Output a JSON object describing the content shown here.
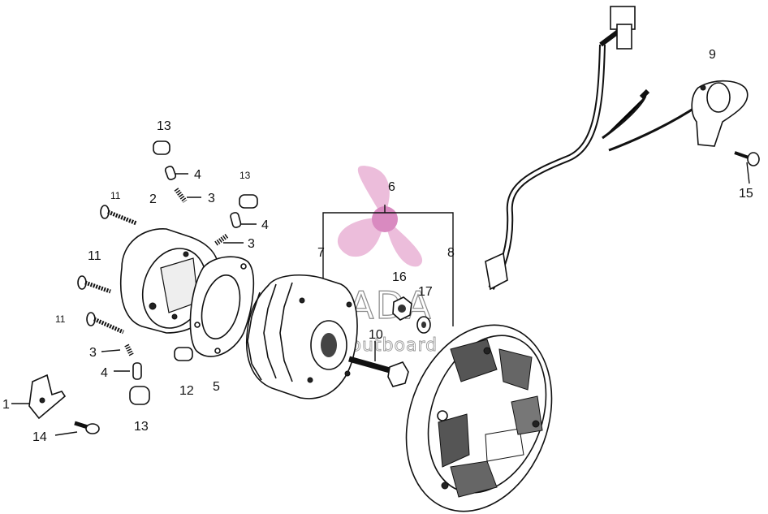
{
  "watermark": {
    "title": "ARMADA",
    "subtitle": "marine outboard",
    "colors": {
      "propeller": "#e6a7cf",
      "hub": "#d98ac0",
      "text": "#8a8a8a"
    }
  },
  "labels": {
    "l1": "1",
    "l2": "2",
    "l3a": "3",
    "l3b": "3",
    "l3c": "3",
    "l4a": "4",
    "l4b": "4",
    "l4c": "4",
    "l5": "5",
    "l6": "6",
    "l7": "7",
    "l8": "8",
    "l9": "9",
    "l10": "10",
    "l11a": "11",
    "l11b": "11",
    "l11c": "11",
    "l12": "12",
    "l13a": "13",
    "l13b": "13",
    "l13c": "13",
    "l14": "14",
    "l15": "15",
    "l16": "16",
    "l17": "17"
  }
}
